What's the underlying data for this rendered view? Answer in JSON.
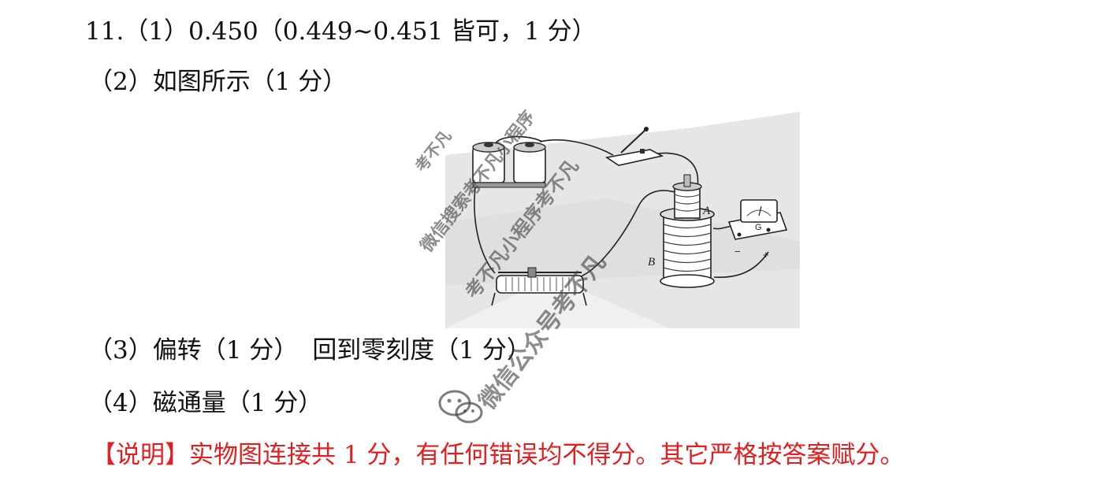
{
  "answers": {
    "q1": "11.（1）0.450（0.449~0.451 皆可，1 分）",
    "q2": "（2）如图所示（1 分）",
    "q3_part1": "（3）偏转（1 分）",
    "q3_part2": "回到零刻度（1 分）",
    "q4": "（4）磁通量（1 分）"
  },
  "note": {
    "text": "【说明】实物图连接共 1 分，有任何错误均不得分。其它严格按答案赋分。",
    "color": "#e02020"
  },
  "figure": {
    "labels": {
      "coil_a": "A",
      "coil_b": "B",
      "galvanometer": "G",
      "terminal_minus": "−",
      "terminal_plus": "+"
    }
  },
  "watermarks": {
    "w1": "考不凡",
    "w2": "微信搜索考不凡小程序",
    "w3": "考不凡小程序考不凡",
    "w4": "微信公众号考不凡"
  },
  "icons": {
    "wechat": "wechat-icon"
  }
}
